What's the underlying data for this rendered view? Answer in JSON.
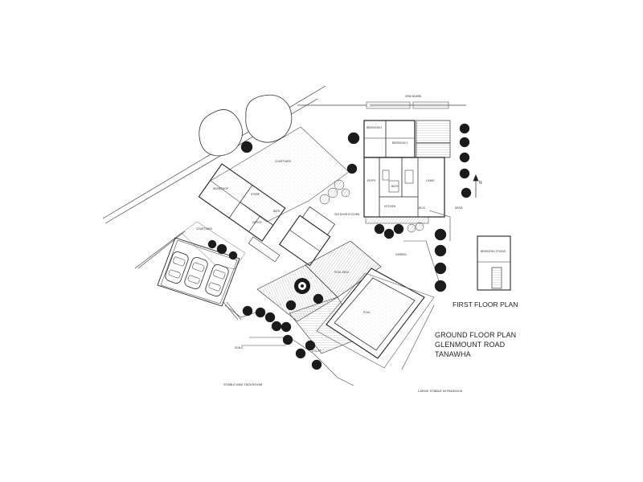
{
  "plan": {
    "titles": {
      "ground_floor": "GROUND FLOOR PLAN",
      "road": "GLENMOUNT ROAD",
      "suburb": "TANAWHA",
      "first_floor": "FIRST FLOOR PLAN"
    },
    "labels": {
      "workshop": "WORKSHOP",
      "store": "STORE",
      "office": "OFFICE",
      "bath_small": "BATH",
      "courtyard_upper": "COURTYARD",
      "courtyard_left": "COURTYARD",
      "bedroom_2": "BEDROOM 2",
      "bedroom_1": "BEDROOM 1",
      "entry": "ENTRY",
      "bath": "BATH",
      "kitchen": "KITCHEN",
      "living": "LIVING",
      "deck": "DECK",
      "outdoor_kitchen": "OUTDOOR KITCHEN",
      "pool_deck": "POOL DECK",
      "utility": "UTILITY",
      "scale": "SCALE",
      "stable": "STABLE AND TACKROOM",
      "large_stable": "LARGE STABLE IN PADDOCK",
      "first_floor_room": "BEDROOM / STUDIO",
      "north": "N",
      "pool": "POOL",
      "garden": "GARDEN",
      "drive": "DRIVE",
      "tennis": "GRID BOARD"
    }
  }
}
